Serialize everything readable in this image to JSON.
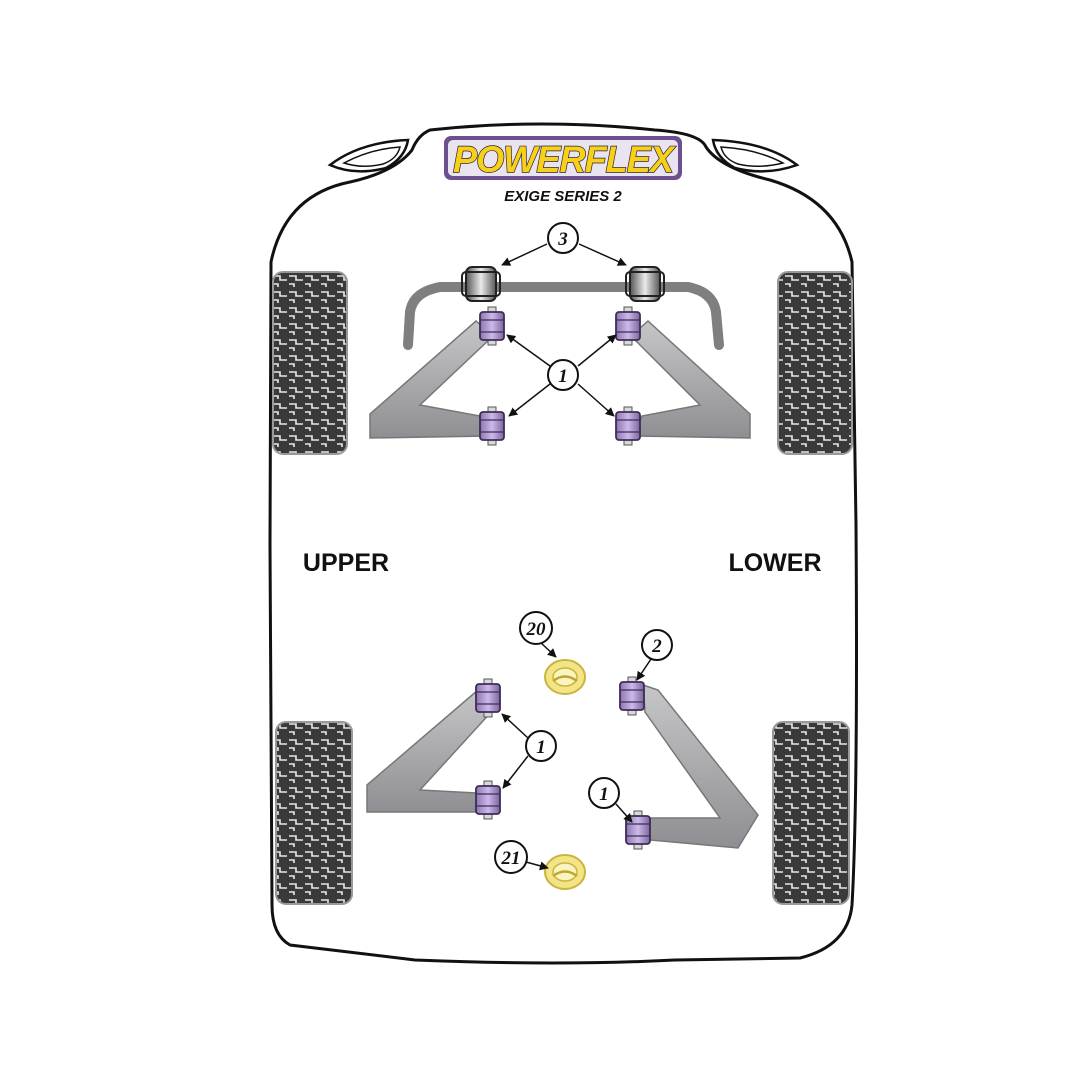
{
  "brand": {
    "logo_text": "POWERFLEX",
    "model": "EXIGE SERIES 2",
    "colors": {
      "logo_yellow": "#f7d117",
      "logo_purple": "#6b4f8f"
    }
  },
  "labels": {
    "upper": "UPPER",
    "lower": "LOWER"
  },
  "callouts": {
    "front_anti_roll_bar": "3",
    "front_wishbone": "1",
    "rear_toe_link_top": "20",
    "rear_lower_inner": "2",
    "rear_upper_wishbone": "1",
    "rear_lower_outer": "1",
    "rear_toe_link_bottom": "21"
  },
  "colors": {
    "bush_purple": "#b9a4d6",
    "bush_dark": "#7a649c",
    "arm_grey": "#a5a5a8",
    "tyre_dark": "#3c3c3c",
    "insert_yellow": "#f2e487"
  }
}
